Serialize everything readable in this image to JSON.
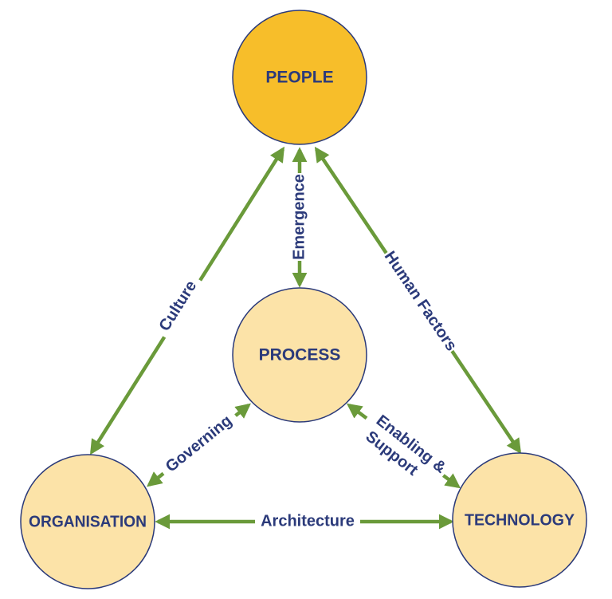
{
  "nodes": {
    "people": {
      "label": "PEOPLE"
    },
    "process": {
      "label": "PROCESS"
    },
    "organisation": {
      "label": "ORGANISATION"
    },
    "technology": {
      "label": "TECHNOLOGY"
    }
  },
  "edges": {
    "culture": {
      "label": "Culture"
    },
    "emergence": {
      "label": "Emergence"
    },
    "human_factors": {
      "label": "Human Factors"
    },
    "governing": {
      "label": "Governing"
    },
    "enabling_line1": {
      "label": "Enabling &"
    },
    "enabling_line2": {
      "label": "Support"
    },
    "architecture": {
      "label": "Architecture"
    }
  },
  "colors": {
    "people_fill": "#F7BE2A",
    "node_fill": "#FCE3A8",
    "node_stroke": "#2B3A7A",
    "arrow": "#6A9A3A",
    "text": "#2B3A7A"
  }
}
